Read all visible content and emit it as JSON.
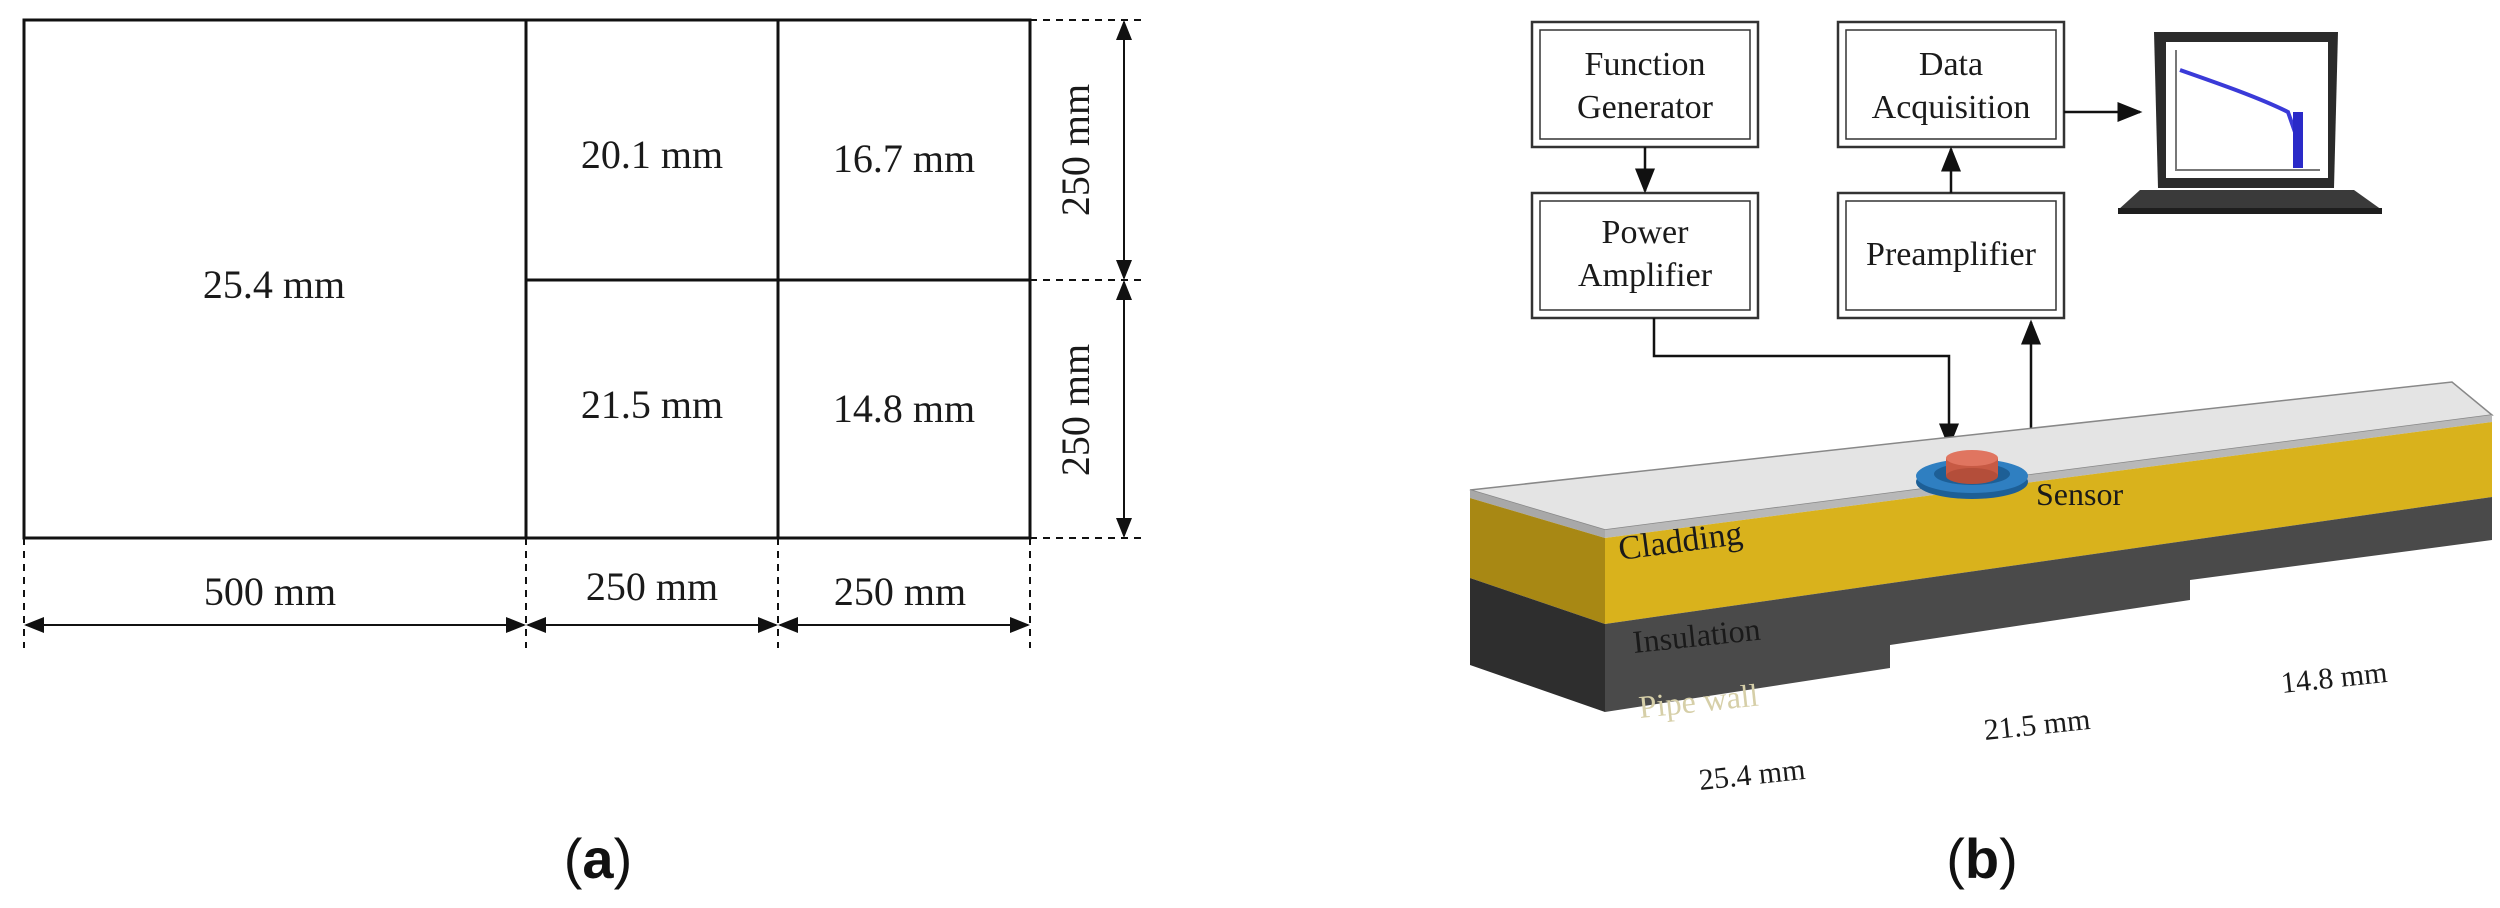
{
  "panel_a": {
    "caption": "(a)",
    "region_large": "25.4 mm",
    "region_top_mid": "20.1 mm",
    "region_top_right": "16.7 mm",
    "region_bottom_mid": "21.5 mm",
    "region_bottom_right": "14.8 mm",
    "dim_width_1": "500 mm",
    "dim_width_2": "250 mm",
    "dim_width_3": "250 mm",
    "dim_height_top": "250 mm",
    "dim_height_bottom": "250 mm"
  },
  "panel_b": {
    "caption": "(b)",
    "function_generator": [
      "Function",
      "Generator"
    ],
    "power_amplifier": [
      "Power",
      "Amplifier"
    ],
    "data_acquisition": [
      "Data",
      "Acquisition"
    ],
    "preamplifier": "Preamplifier",
    "sensor": "Sensor",
    "cladding": "Cladding",
    "insulation": "Insulation",
    "pipe_wall": "Pipe wall",
    "thickness_1": "25.4 mm",
    "thickness_2": "21.5 mm",
    "thickness_3": "14.8 mm"
  },
  "colors": {
    "insulation": "#d9b21c",
    "pipe_wall": "#4a4a4a",
    "cladding": "#e4e4e4",
    "sensor_ring": "#2f7fc1",
    "sensor_core": "#d4614a",
    "screen_curve": "#3a3ad8"
  }
}
